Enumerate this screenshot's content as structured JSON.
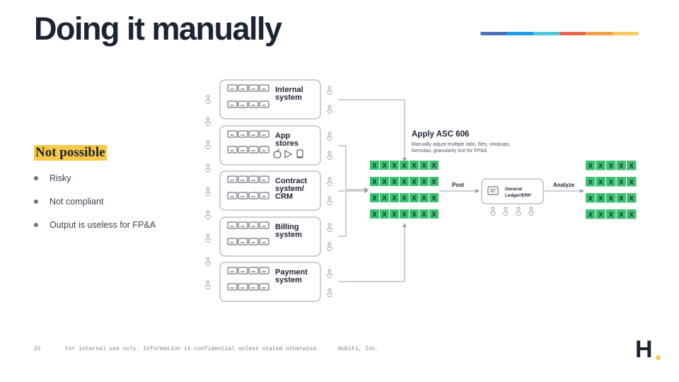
{
  "title": "Doing it manually",
  "accent_colors": [
    "#4a73b8",
    "#1e9be6",
    "#52c6d8",
    "#e46a4f",
    "#f0a04b",
    "#f7cb5c"
  ],
  "highlight_label": "Not possible",
  "bullets": [
    "Risky",
    "Not compliant",
    "Output is useless for FP&A"
  ],
  "diagram": {
    "sources": [
      {
        "line1": "Internal",
        "line2": "system",
        "line3": ""
      },
      {
        "line1": "App",
        "line2": "stores",
        "line3": ""
      },
      {
        "line1": "Contract",
        "line2": "system/",
        "line3": "CRM"
      },
      {
        "line1": "Billing",
        "line2": "system",
        "line3": ""
      },
      {
        "line1": "Payment",
        "line2": "system",
        "line3": ""
      }
    ],
    "apply_title": "Apply ASC 606",
    "apply_desc": [
      "Manually adjust multiple tabs, files, vlookups,",
      "formulas, granularity lost for FP&A"
    ],
    "post_label": "Post",
    "ledger_label": [
      "General",
      "Ledger/ERP"
    ],
    "analyze_label": "Analyze",
    "cell_mark": "X",
    "cell_color": "#3fbf74",
    "line_color": "#9aa1aa",
    "icons": [
      "server-icon",
      "person-icon",
      "apple-icon",
      "play-store-icon",
      "amazon-icon"
    ]
  },
  "footer": {
    "page": "25",
    "notice": "For internal use only. Information is confidential unless stated otherwise.",
    "company": "HubiFi, Inc."
  },
  "logo": "H"
}
